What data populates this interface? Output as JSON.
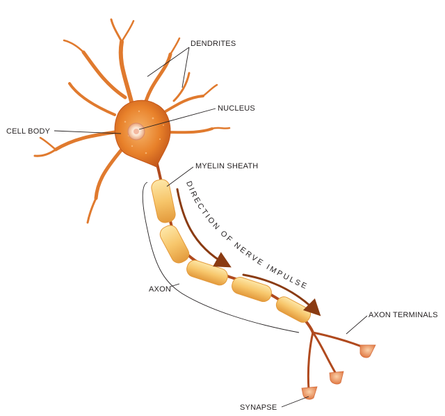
{
  "labels": {
    "dendrites": "DENDRITES",
    "nucleus": "NUCLEUS",
    "cell_body": "CELL BODY",
    "myelin_sheath": "MYELIN SHEATH",
    "axon": "AXON",
    "axon_terminals": "AXON TERMINALS",
    "synapse": "SYNAPSE",
    "direction": "DIRECTION OF NERVE IMPULSE"
  },
  "colors": {
    "cell_body": "#e8812a",
    "cell_body_dark": "#c4581b",
    "dendrite": "#e07a2e",
    "axon_core": "#b04a1e",
    "myelin": "#f7c66b",
    "myelin_edge": "#e39a3c",
    "arrow": "#8a3b12",
    "terminal": "#f0a06a",
    "nucleus": "#fbe3cf"
  }
}
